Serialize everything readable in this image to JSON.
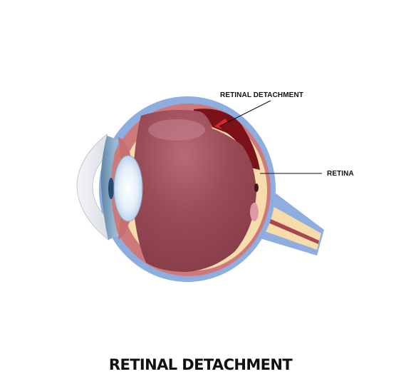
{
  "title": "RETINAL DETACHMENT",
  "labels": {
    "detachment": "RETINAL DETACHMENT",
    "retina": "RETINA"
  },
  "colors": {
    "sclera": "#8eaee0",
    "choroid": "#cf7a7a",
    "retina": "#f5dcaa",
    "vitreous": "#914651",
    "detached_space": "#7c111a",
    "arrow": "#e0262a",
    "lens": "#d8e8f6",
    "nerve_vessel": "#a8454f"
  }
}
